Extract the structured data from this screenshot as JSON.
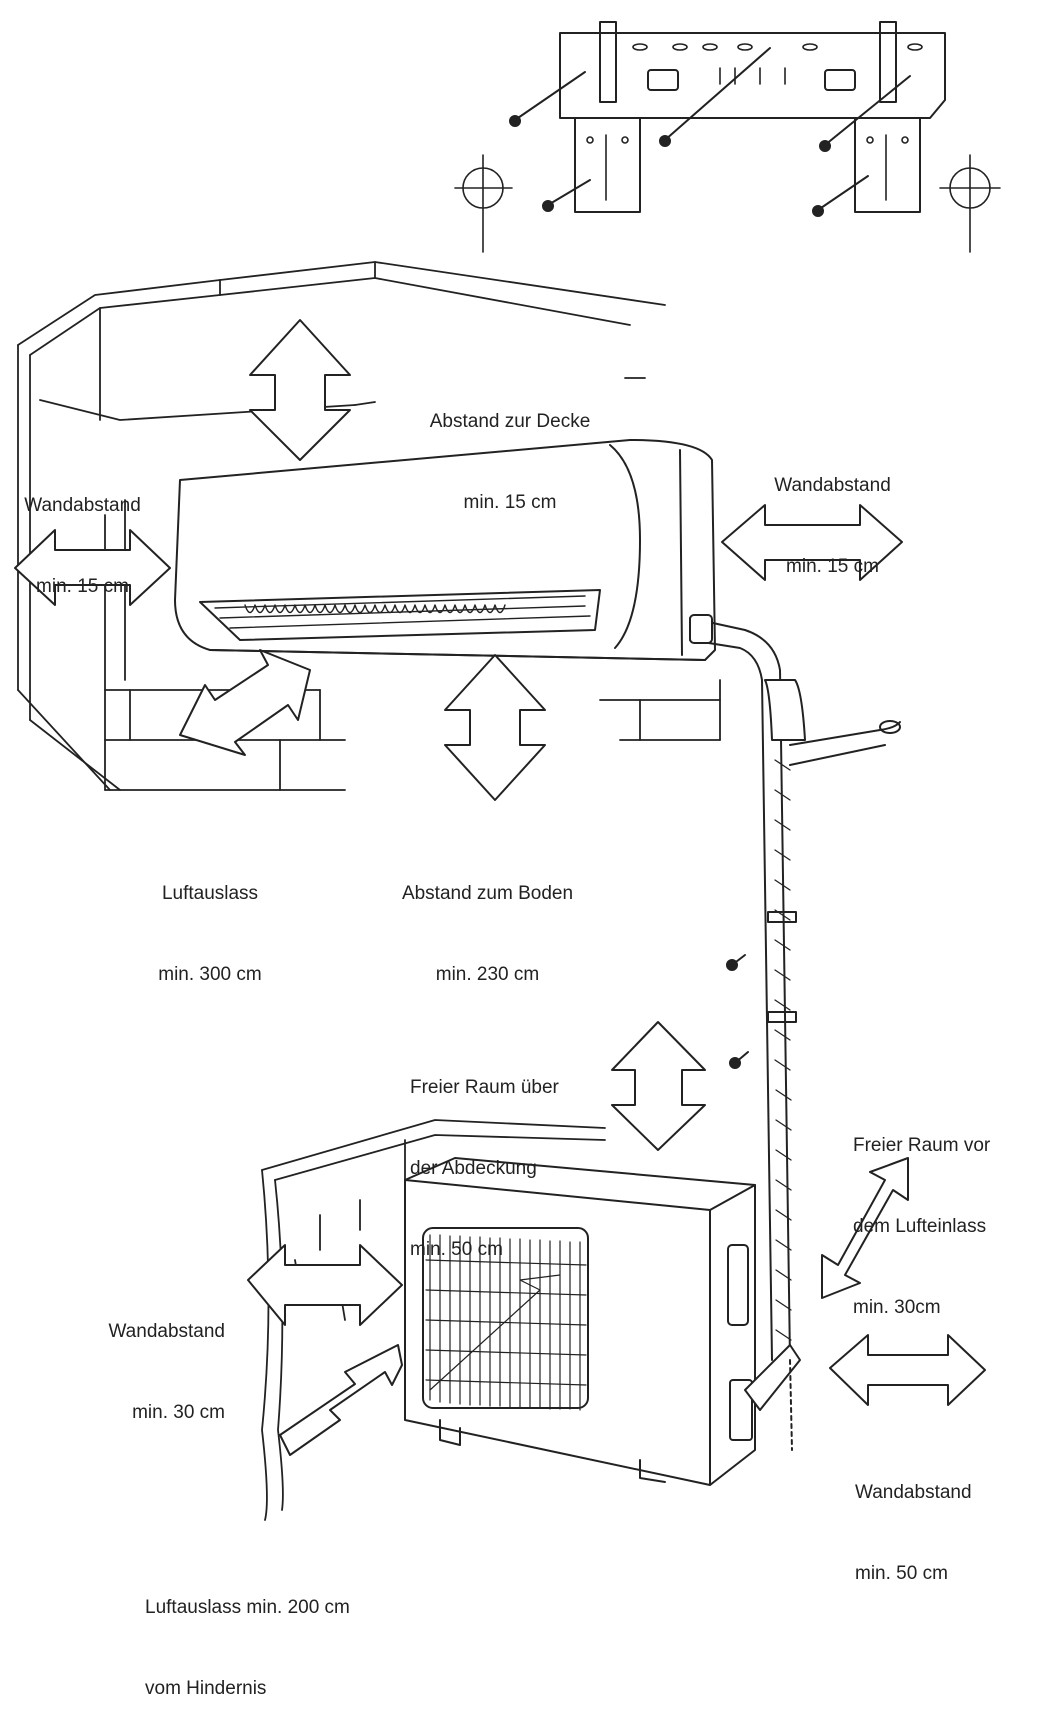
{
  "labels": {
    "ceiling": [
      "Abstand zur Decke",
      "min. 15 cm"
    ],
    "wall_left_indoor": [
      "Wandabstand",
      "min. 15 cm"
    ],
    "wall_right_indoor": [
      "Wandabstand",
      "min. 15 cm"
    ],
    "air_outlet_indoor": [
      "Luftauslass",
      "min. 300 cm"
    ],
    "floor": [
      "Abstand zum Boden",
      "min. 230 cm"
    ],
    "space_above_cover": [
      "Freier Raum über",
      "der Abdeckung",
      "min. 50 cm"
    ],
    "space_front_inlet": [
      "Freier Raum vor",
      "dem Lufteinlass",
      "min. 30cm"
    ],
    "wall_left_outdoor": [
      "Wandabstand",
      "min. 30 cm"
    ],
    "wall_right_outdoor": [
      "Wandabstand",
      "min. 50 cm"
    ],
    "air_outlet_outdoor": [
      "Luftauslass min. 200 cm",
      "vom Hindernis"
    ]
  }
}
